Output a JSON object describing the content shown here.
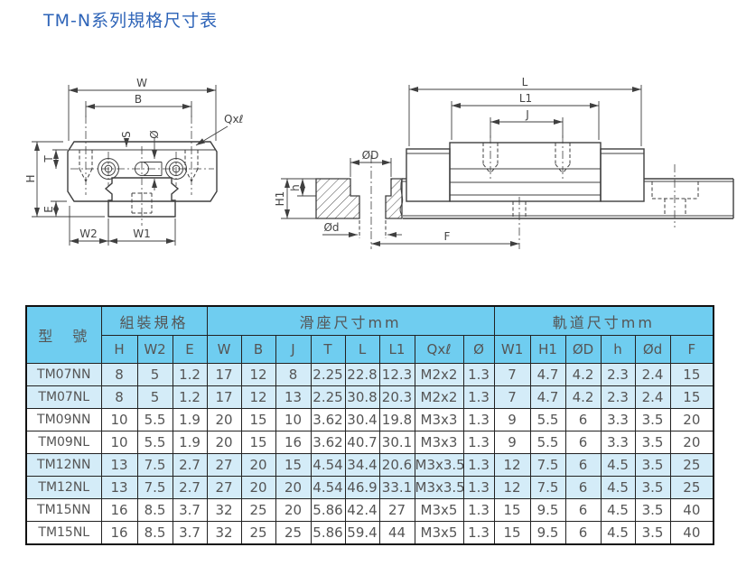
{
  "title": "TM-N系列規格尺寸表",
  "colors": {
    "title": "#2e64b8",
    "header_bg": "#6fcdf0",
    "row_highlight": "#d4ecf8",
    "grid_border": "#222222",
    "text": "#555555",
    "drawing_line": "#3f3f3f"
  },
  "diagrams": {
    "front_view": {
      "description": "carriage-end-cross-section-view",
      "labels": {
        "W": "W",
        "B": "B",
        "Qxl": "Qxℓ",
        "S": "S",
        "dia": "Ø",
        "T": "T",
        "H": "H",
        "E": "E",
        "W2": "W2",
        "W1": "W1"
      }
    },
    "side_view": {
      "description": "assembly-side-section-view",
      "labels": {
        "L": "L",
        "L1": "L1",
        "J": "J",
        "dia_D": "ØD",
        "dia_d": "Ød",
        "h": "h",
        "H1": "H1",
        "F": "F"
      }
    }
  },
  "table": {
    "col_groups": [
      {
        "label": "型　號",
        "span": 1
      },
      {
        "label": "組裝規格",
        "span": 3
      },
      {
        "label": "滑座尺寸mm",
        "span": 8
      },
      {
        "label": "軌道尺寸mm",
        "span": 6
      }
    ],
    "sub_headers": [
      "H",
      "W2",
      "E",
      "W",
      "B",
      "J",
      "T",
      "L",
      "L1",
      "Qxℓ",
      "Ø",
      "W1",
      "H1",
      "ØD",
      "h",
      "Ød",
      "F"
    ],
    "rows": [
      {
        "model": "TM07NN",
        "highlight": true,
        "values": [
          "8",
          "5",
          "1.2",
          "17",
          "12",
          "8",
          "2.25",
          "22.8",
          "12.3",
          "M2x2",
          "1.3",
          "7",
          "4.7",
          "4.2",
          "2.3",
          "2.4",
          "15"
        ]
      },
      {
        "model": "TM07NL",
        "highlight": true,
        "values": [
          "8",
          "5",
          "1.2",
          "17",
          "12",
          "13",
          "2.25",
          "30.8",
          "20.3",
          "M2x2",
          "1.3",
          "7",
          "4.7",
          "4.2",
          "2.3",
          "2.4",
          "15"
        ]
      },
      {
        "model": "TM09NN",
        "highlight": false,
        "values": [
          "10",
          "5.5",
          "1.9",
          "20",
          "15",
          "10",
          "3.62",
          "30.4",
          "19.8",
          "M3x3",
          "1.3",
          "9",
          "5.5",
          "6",
          "3.3",
          "3.5",
          "20"
        ]
      },
      {
        "model": "TM09NL",
        "highlight": false,
        "values": [
          "10",
          "5.5",
          "1.9",
          "20",
          "15",
          "16",
          "3.62",
          "40.7",
          "30.1",
          "M3x3",
          "1.3",
          "9",
          "5.5",
          "6",
          "3.3",
          "3.5",
          "20"
        ]
      },
      {
        "model": "TM12NN",
        "highlight": true,
        "values": [
          "13",
          "7.5",
          "2.7",
          "27",
          "20",
          "15",
          "4.54",
          "34.4",
          "20.6",
          "M3x3.5",
          "1.3",
          "12",
          "7.5",
          "6",
          "4.5",
          "3.5",
          "25"
        ]
      },
      {
        "model": "TM12NL",
        "highlight": true,
        "values": [
          "13",
          "7.5",
          "2.7",
          "27",
          "20",
          "20",
          "4.54",
          "46.9",
          "33.1",
          "M3x3.5",
          "1.3",
          "12",
          "7.5",
          "6",
          "4.5",
          "3.5",
          "25"
        ]
      },
      {
        "model": "TM15NN",
        "highlight": false,
        "values": [
          "16",
          "8.5",
          "3.7",
          "32",
          "25",
          "20",
          "5.86",
          "42.4",
          "27",
          "M3x5",
          "1.3",
          "15",
          "9.5",
          "6",
          "4.5",
          "3.5",
          "40"
        ]
      },
      {
        "model": "TM15NL",
        "highlight": false,
        "values": [
          "16",
          "8.5",
          "3.7",
          "32",
          "25",
          "25",
          "5.86",
          "59.4",
          "44",
          "M3x5",
          "1.3",
          "15",
          "9.5",
          "6",
          "4.5",
          "3.5",
          "40"
        ]
      }
    ]
  }
}
